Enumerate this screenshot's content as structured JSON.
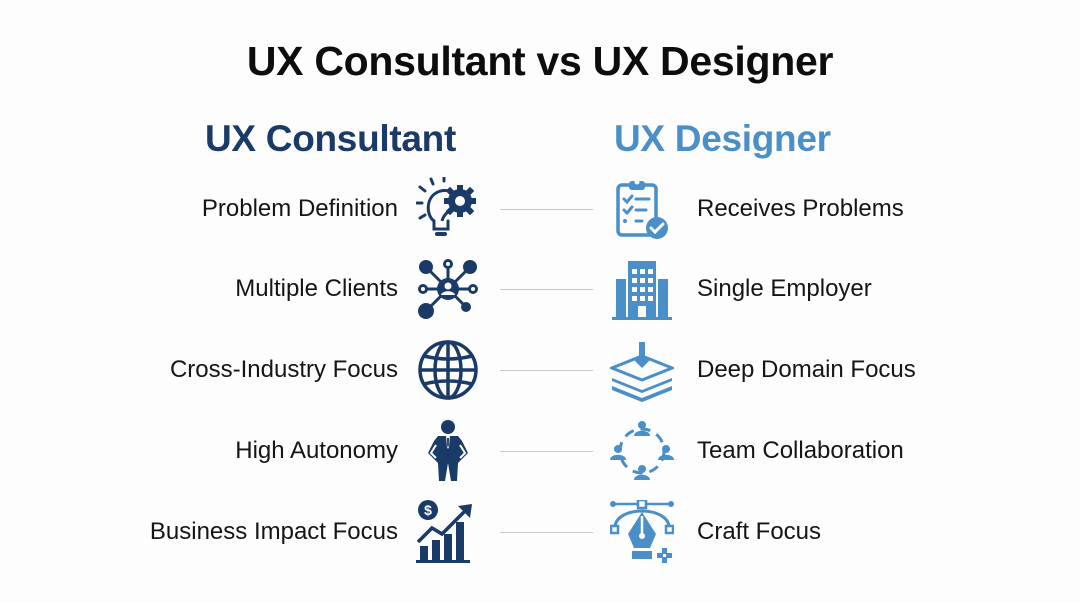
{
  "title": "UX Consultant vs UX Designer",
  "colors": {
    "consultant": "#1a3a68",
    "designer": "#4a8fc8",
    "connector": "#c9c9c9"
  },
  "columns": {
    "left": {
      "heading": "UX Consultant"
    },
    "right": {
      "heading": "UX Designer"
    }
  },
  "rows": [
    {
      "left": {
        "label": "Problem Definition",
        "icon": "lightbulb-gear-icon"
      },
      "right": {
        "label": "Receives Problems",
        "icon": "clipboard-check-icon"
      }
    },
    {
      "left": {
        "label": "Multiple Clients",
        "icon": "network-user-icon"
      },
      "right": {
        "label": "Single Employer",
        "icon": "office-building-icon"
      }
    },
    {
      "left": {
        "label": "Cross-Industry Focus",
        "icon": "globe-icon"
      },
      "right": {
        "label": "Deep Domain Focus",
        "icon": "layers-download-icon"
      }
    },
    {
      "left": {
        "label": "High Autonomy",
        "icon": "businessman-icon"
      },
      "right": {
        "label": "Team Collaboration",
        "icon": "team-circle-icon"
      }
    },
    {
      "left": {
        "label": "Business Impact Focus",
        "icon": "growth-chart-dollar-icon"
      },
      "right": {
        "label": "Craft Focus",
        "icon": "pen-tool-icon"
      }
    }
  ]
}
